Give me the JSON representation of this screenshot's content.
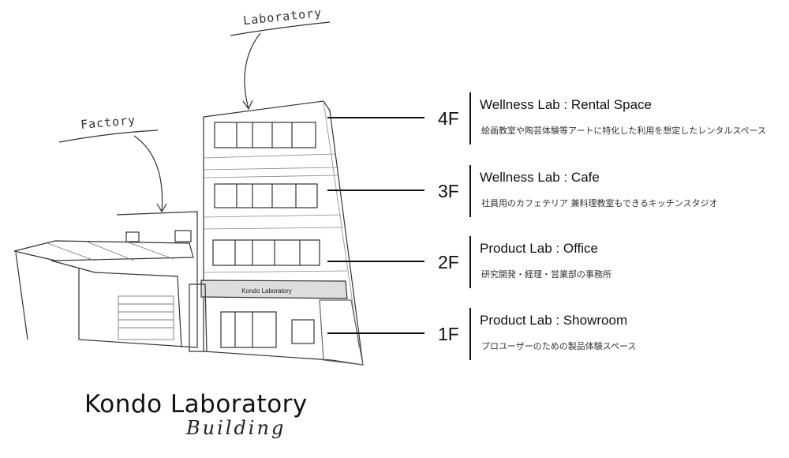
{
  "annotations": {
    "laboratory": "Laboratory",
    "factory": "Factory"
  },
  "sign": "Kondo Laboratory",
  "floors": [
    {
      "level": "4F",
      "title": "Wellness Lab : Rental Space",
      "description": "絵画教室や陶芸体験等アートに特化した利用を想定したレンタルスペース"
    },
    {
      "level": "3F",
      "title": "Wellness Lab : Cafe",
      "description": "社員用のカフェテリア 兼料理教室もできるキッチンスタジオ"
    },
    {
      "level": "2F",
      "title": "Product Lab : Office",
      "description": "研究開発・経理・営業部の事務所"
    },
    {
      "level": "1F",
      "title": "Product Lab : Showroom",
      "description": "プロユーザーのための製品体験スペース"
    }
  ],
  "logo": {
    "main": "Kondo Laboratory",
    "sub": "Building"
  }
}
